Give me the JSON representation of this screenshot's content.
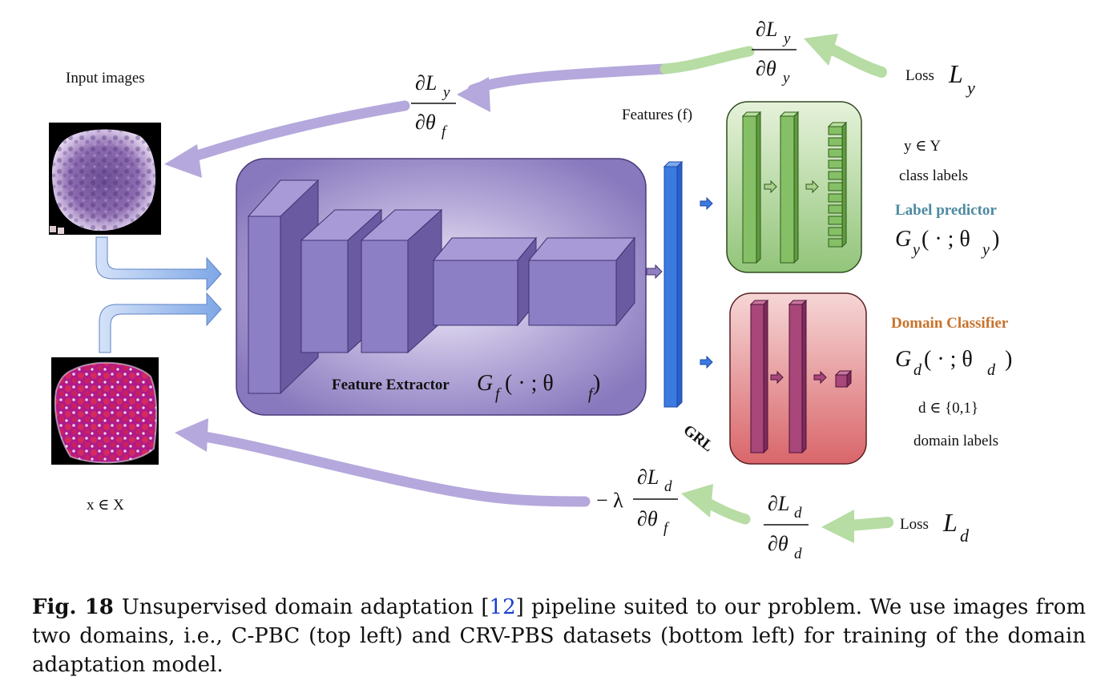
{
  "labels": {
    "input_images": "Input images",
    "features": "Features (f)",
    "x_in_X": "x ∈ X",
    "y_in_Y": "y ∈ Y",
    "class_labels": "class labels",
    "label_predictor": "Label predictor",
    "domain_classifier": "Domain Classifier",
    "d_in": "d ∈ {0,1}",
    "domain_labels": "domain labels",
    "feature_extractor": "Feature Extractor",
    "grl": "GRL",
    "loss_y": "Loss",
    "loss_d": "Loss"
  },
  "math": {
    "gf": "G",
    "gf_sub": "f",
    "gf_args": "( · ; θ",
    "gf_args_sub": "f",
    "gy": "G",
    "gy_sub": "y",
    "gy_args": "( · ; θ",
    "gy_args_sub": "y",
    "gd": "G",
    "gd_sub": "d",
    "gd_args": "( · ; θ",
    "gd_args_sub": "d",
    "close_paren": ")",
    "Ly": "L",
    "Ly_sub": "y",
    "Ld": "L",
    "Ld_sub": "d",
    "dLy": "∂L",
    "dLy_sub": "y",
    "dthetay": "∂θ",
    "dthetay_sub": "y",
    "dthetaf": "∂θ",
    "dthetaf_sub": "f",
    "dLd": "∂L",
    "dLd_sub": "d",
    "dthetad": "∂θ",
    "dthetad_sub": "d",
    "neg_lambda": "− λ"
  },
  "caption": {
    "fig_label": "Fig. 18",
    "text_before_ref": "Unsupervised domain adaptation [",
    "ref": "12",
    "text_after_ref": "] pipeline suited to our problem. We use images from two domains, i.e., C-PBC (top left) and CRV-PBS datasets (bottom left) for training of the domain adaptation model."
  },
  "colors": {
    "purple_box": "#8f7fc0",
    "purple_layer": "#9183c8",
    "green_box": "#a9d08e",
    "red_box": "#e4898c",
    "feature_bar": "#3b7be0",
    "backprop_purple": "#b5a8dc",
    "backprop_green": "#b7dca4",
    "forward_blue": "#9cbcec",
    "label_predictor_text": "#4d8aa0",
    "domain_classifier_text": "#c7732c"
  }
}
